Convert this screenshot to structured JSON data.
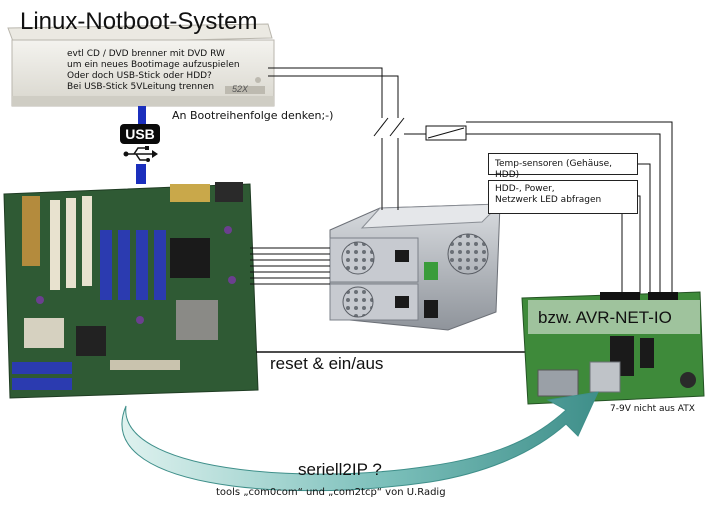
{
  "title": "Linux-Notboot-System",
  "drive": {
    "note_lines": [
      "evtl CD / DVD brenner mit DVD RW",
      "um ein neues Bootimage aufzuspielen",
      "Oder doch USB-Stick oder HDD?",
      "Bei USB-Stick 5VLeitung trennen"
    ],
    "face_label": "52X",
    "boot_order_hint": "An Bootreihenfolge denken;-)"
  },
  "usb_label": "USB",
  "boxes": {
    "temp_sensors": "Temp-sensoren (Gehäuse, HDD)",
    "led_lines": [
      "HDD-, Power,",
      "Netzwerk LED abfragen"
    ]
  },
  "reset_label": "reset & ein/aus",
  "avr_label": "bzw. AVR-NET-IO",
  "power_note": "7-9V nicht aus ATX",
  "serial_label": "seriell2IP ?",
  "tools_label": "tools „com0com“ und „com2tcp“ von U.Radig",
  "colors": {
    "pcb_green": "#2f5a34",
    "avr_pcb": "#3e8a3a",
    "usb_blue": "#1b2fbd",
    "arrow_teal": "#4f9c9a",
    "psu_metal": "#b9bdc4"
  }
}
